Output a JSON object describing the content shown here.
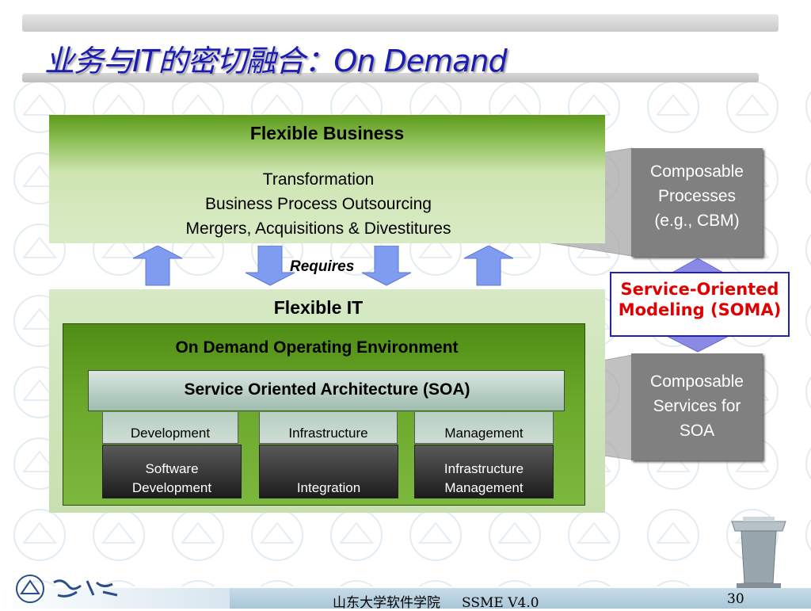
{
  "title": "业务与IT的密切融合：On Demand",
  "flexible_business": {
    "title": "Flexible Business",
    "lines": [
      "Transformation",
      "Business Process Outsourcing",
      "Mergers, Acquisitions & Divestitures"
    ]
  },
  "requires_label": "Requires",
  "flexible_it": {
    "title": "Flexible IT",
    "operating_env": "On Demand Operating Environment",
    "soa": "Service Oriented Architecture (SOA)",
    "columns": [
      {
        "head": "Development",
        "body": [
          "Software",
          "Development"
        ]
      },
      {
        "head": "Infrastructure",
        "body": [
          "",
          "Integration"
        ]
      },
      {
        "head": "Management",
        "body": [
          "Infrastructure",
          "Management"
        ]
      }
    ]
  },
  "side": {
    "processes": [
      "Composable",
      "Processes",
      "(e.g., CBM)"
    ],
    "soma": [
      "Service-Oriented",
      "Modeling (SOMA)"
    ],
    "services": [
      "Composable",
      "Services for",
      "SOA"
    ]
  },
  "footer": {
    "text": "山东大学软件学院     SSME V4.0",
    "page": "30"
  },
  "colors": {
    "title": "#1a1ab4",
    "soma_text": "#e00000",
    "arrow_fill": "#7f9cf0",
    "side_box": "#808080"
  }
}
